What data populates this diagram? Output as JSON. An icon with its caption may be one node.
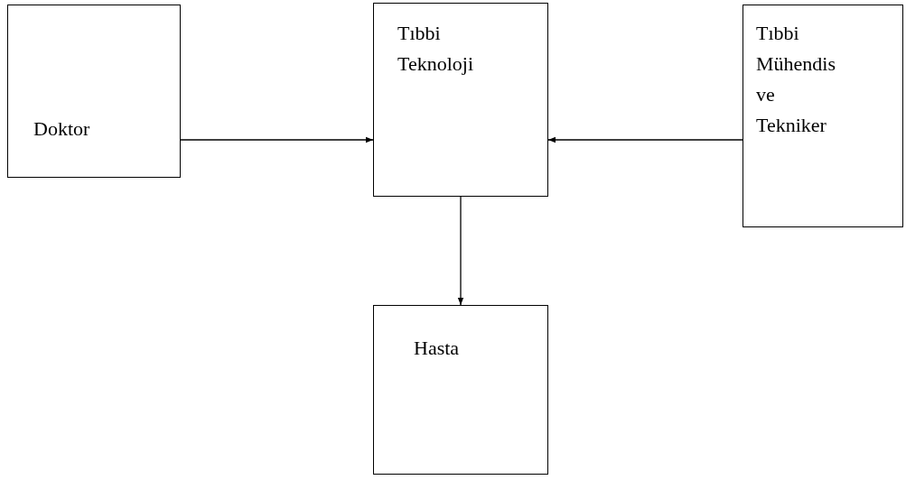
{
  "diagram": {
    "nodes": [
      {
        "text": [
          "Doktor"
        ]
      },
      {
        "text": [
          "Tıbbi Teknoloji"
        ]
      },
      {
        "text": [
          "Tıbbi Mühendis ve Tekniker"
        ]
      },
      {
        "text": [
          "Hasta"
        ]
      }
    ],
    "edges": [
      {
        "from": 0,
        "to": 1,
        "arrow": "to"
      },
      {
        "from": 2,
        "to": 1,
        "arrow": "to"
      },
      {
        "from": 1,
        "to": 3,
        "arrow": "to"
      }
    ]
  }
}
